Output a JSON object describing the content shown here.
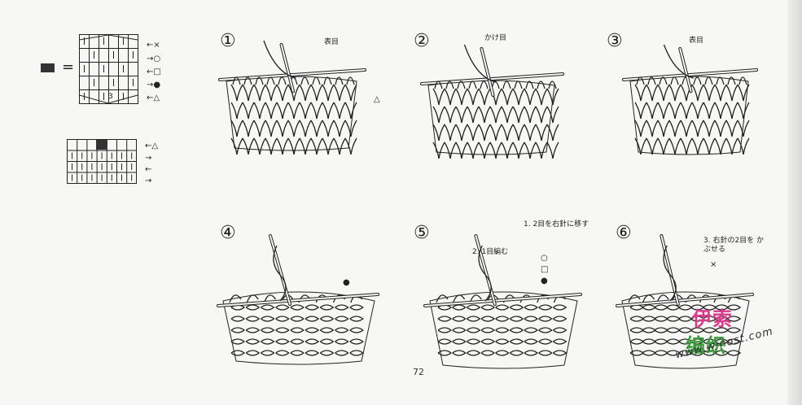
{
  "legend": {
    "equals": "=",
    "top_chart": {
      "row_number": "3",
      "marks": [
        "←×",
        "→○",
        "←□",
        "→●",
        "←△"
      ]
    },
    "bottom_chart": {
      "marks": [
        "←△",
        "→",
        "←",
        "→"
      ]
    }
  },
  "steps": [
    {
      "number": "①",
      "label": "表目",
      "mark": "△"
    },
    {
      "number": "②",
      "label": "かけ目",
      "mark": ""
    },
    {
      "number": "③",
      "label": "表目",
      "mark": ""
    },
    {
      "number": "④",
      "label": "",
      "mark": "●"
    },
    {
      "number": "⑤",
      "label_1": "1. 2目を右針に移す",
      "label_2": "2. 1目編む",
      "marks": [
        "○",
        "□",
        "●"
      ]
    },
    {
      "number": "⑥",
      "label": "3. 右針の2目を かぶせる",
      "mark": "×"
    }
  ],
  "page_number": "72",
  "watermark": {
    "line1": "伊索",
    "line2": "编织",
    "url": "www.winost.com"
  }
}
